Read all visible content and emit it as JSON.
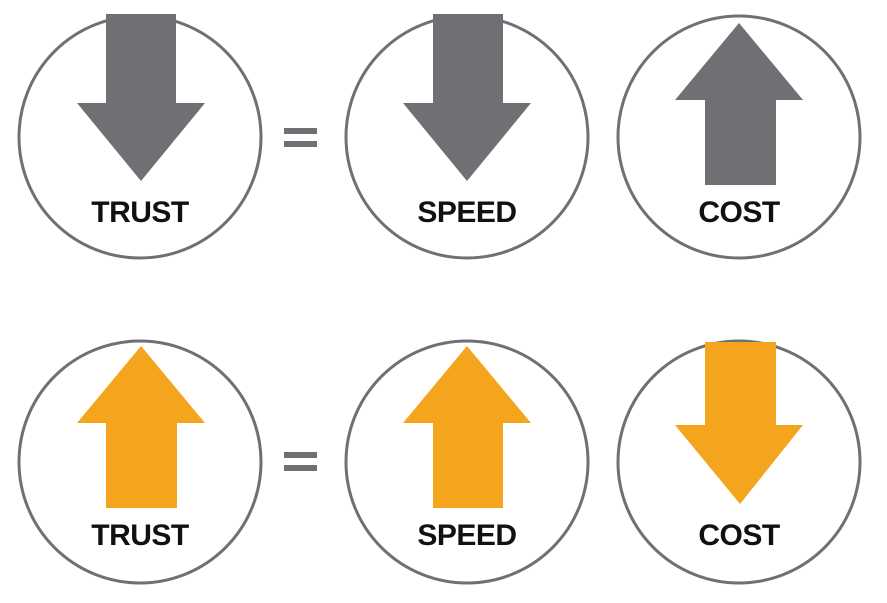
{
  "colors": {
    "gray": "#6f7073",
    "orange": "#f5a51d",
    "circle_stroke": "#6f7073",
    "text": "#111111"
  },
  "rows": [
    {
      "theme": "gray",
      "operator": "=",
      "items": [
        {
          "label": "TRUST",
          "direction": "down"
        },
        {
          "label": "SPEED",
          "direction": "down"
        },
        {
          "label": "COST",
          "direction": "up"
        }
      ]
    },
    {
      "theme": "orange",
      "operator": "=",
      "items": [
        {
          "label": "TRUST",
          "direction": "up"
        },
        {
          "label": "SPEED",
          "direction": "up"
        },
        {
          "label": "COST",
          "direction": "down"
        }
      ]
    }
  ]
}
